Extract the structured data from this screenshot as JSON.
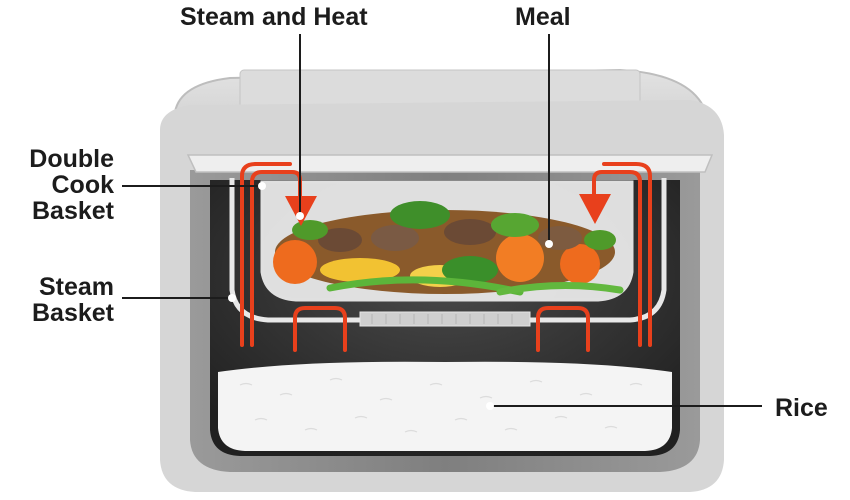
{
  "labels": {
    "steam_and_heat": "Steam and Heat",
    "meal": "Meal",
    "double_cook_basket": [
      "Double",
      "Cook",
      "Basket"
    ],
    "steam_basket": [
      "Steam",
      "Basket"
    ],
    "rice": "Rice"
  },
  "colors": {
    "outer_shell": "#d2d2d2",
    "pot_wall": "#8a8a8a",
    "interior": "#2c2c2c",
    "rice": "#f4f4f4",
    "steam_arrow": "#e8401c",
    "leader_line": "#1c1c1c"
  }
}
